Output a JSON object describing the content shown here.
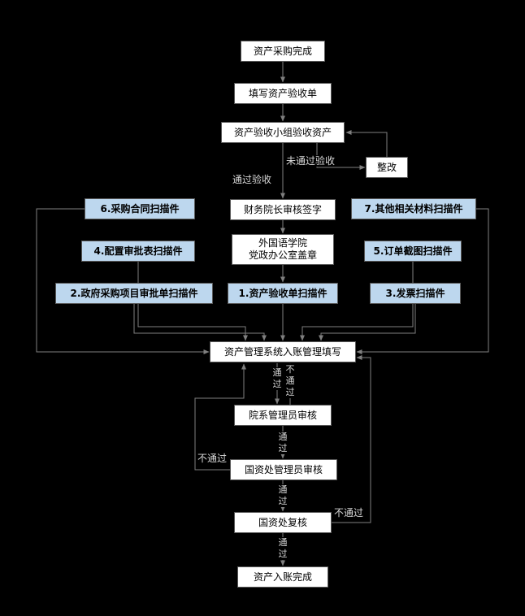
{
  "diagram": {
    "colors": {
      "background": "#000000",
      "line": "#7f7f7f",
      "box_background": "#ffffff",
      "box_border": "#595959",
      "scan_box_background": "#bdd7ee",
      "edge_label_text": "#d9d9d9"
    },
    "nodes": {
      "purchase_complete": {
        "label": "资产采购完成"
      },
      "fill_form": {
        "label": "填写资产验收单"
      },
      "team_accept": {
        "label": "资产验收小组验收资产"
      },
      "rectify": {
        "label": "整改"
      },
      "dean_sign": {
        "label": "财务院长审核签字"
      },
      "office_stamp": {
        "line1": "外国语学院",
        "line2": "党政办公室盖章"
      },
      "scan1": {
        "label": "1.资产验收单扫描件"
      },
      "scan2": {
        "label": "2.政府采购项目审批单扫描件"
      },
      "scan3": {
        "label": "3.发票扫描件"
      },
      "scan4": {
        "label": "4.配置审批表扫描件"
      },
      "scan5": {
        "label": "5.订单截图扫描件"
      },
      "scan6": {
        "label": "6.采购合同扫描件"
      },
      "scan7": {
        "label": "7.其他相关材料扫描件"
      },
      "entry_fill": {
        "label": "资产管理系统入账管理填写"
      },
      "dept_review": {
        "label": "院系管理员审核"
      },
      "state_admin_review": {
        "label": "国资处管理员审核"
      },
      "state_recheck": {
        "label": "国资处复核"
      },
      "entry_complete": {
        "label": "资产入账完成"
      }
    },
    "edge_labels": {
      "fail_accept": "未通过验收",
      "pass_accept": "通过验收",
      "pass_to_dept": "通过",
      "fail_dept": "不通过",
      "pass_dept": "通过",
      "fail_state_admin": "不通过",
      "pass_state_admin": "通过",
      "fail_recheck": "不通过",
      "pass_recheck": "通过"
    }
  }
}
